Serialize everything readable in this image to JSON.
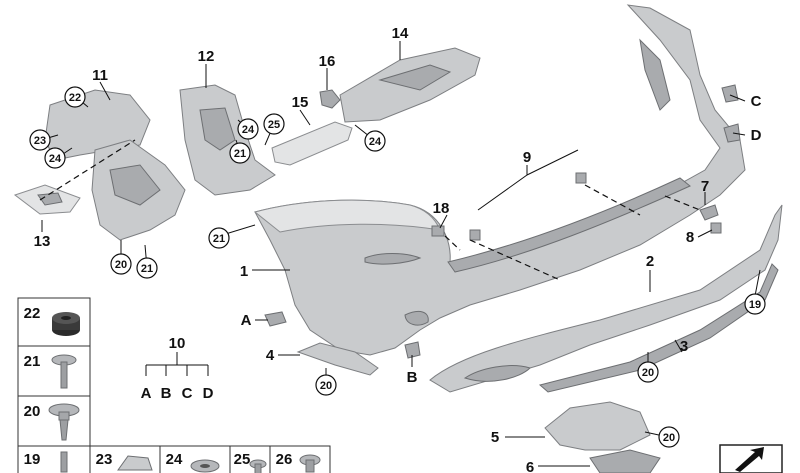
{
  "callouts": {
    "c1": "1",
    "c2": "2",
    "c3": "3",
    "c4": "4",
    "c5": "5",
    "c6": "6",
    "c7": "7",
    "c8": "8",
    "c9": "9",
    "c10": "10",
    "c11": "11",
    "c12": "12",
    "c13": "13",
    "c14": "14",
    "c15": "15",
    "c16": "16",
    "c18": "18",
    "c19": "19",
    "c20a": "20",
    "c20b": "20",
    "c20c": "20",
    "c20d": "20",
    "c21a": "21",
    "c21b": "21",
    "c21c": "21",
    "c22": "22",
    "c23": "23",
    "c24a": "24",
    "c24b": "24",
    "c24c": "24",
    "c25": "25",
    "cA1": "A",
    "cB1": "B",
    "cC1": "C",
    "cD1": "D"
  },
  "group10": {
    "title": "10",
    "items": [
      "A",
      "B",
      "C",
      "D"
    ]
  },
  "legend": {
    "cells": [
      "22",
      "21",
      "20",
      "19",
      "23",
      "24",
      "25",
      "26"
    ]
  }
}
